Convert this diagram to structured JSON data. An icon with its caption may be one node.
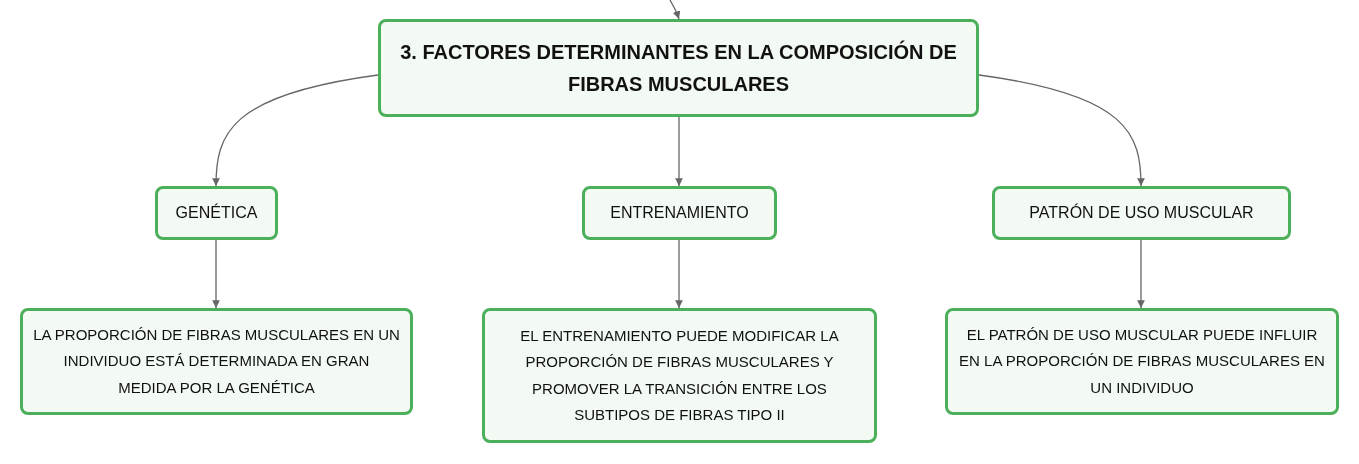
{
  "diagram": {
    "nodes": [
      {
        "text": [
          "3. FACTORES DETERMINANTES EN LA COMPOSICIÓN DE FIBRAS MUSCULARES"
        ]
      },
      {
        "text": [
          "GENÉTICA"
        ]
      },
      {
        "text": [
          "ENTRENAMIENTO"
        ]
      },
      {
        "text": [
          "PATRÓN DE USO MUSCULAR"
        ]
      },
      {
        "text": [
          "LA PROPORCIÓN DE FIBRAS MUSCULARES EN UN INDIVIDUO ESTÁ DETERMINADA EN GRAN MEDIDA POR LA GENÉTICA"
        ]
      },
      {
        "text": [
          "EL ENTRENAMIENTO PUEDE MODIFICAR LA PROPORCIÓN DE FIBRAS MUSCULARES Y PROMOVER LA TRANSICIÓN ENTRE LOS SUBTIPOS DE FIBRAS TIPO II"
        ]
      },
      {
        "text": [
          "EL PATRÓN DE USO MUSCULAR PUEDE INFLUIR EN LA PROPORCIÓN DE FIBRAS MUSCULARES EN UN INDIVIDUO"
        ]
      }
    ],
    "edges": [
      {
        "from": null,
        "to": 0,
        "arrow": "to"
      },
      {
        "from": 0,
        "to": 1,
        "arrow": "to"
      },
      {
        "from": 0,
        "to": 2,
        "arrow": "to"
      },
      {
        "from": 0,
        "to": 3,
        "arrow": "to"
      },
      {
        "from": 1,
        "to": 4,
        "arrow": "to"
      },
      {
        "from": 2,
        "to": 5,
        "arrow": "to"
      },
      {
        "from": 3,
        "to": 6,
        "arrow": "to"
      }
    ]
  }
}
